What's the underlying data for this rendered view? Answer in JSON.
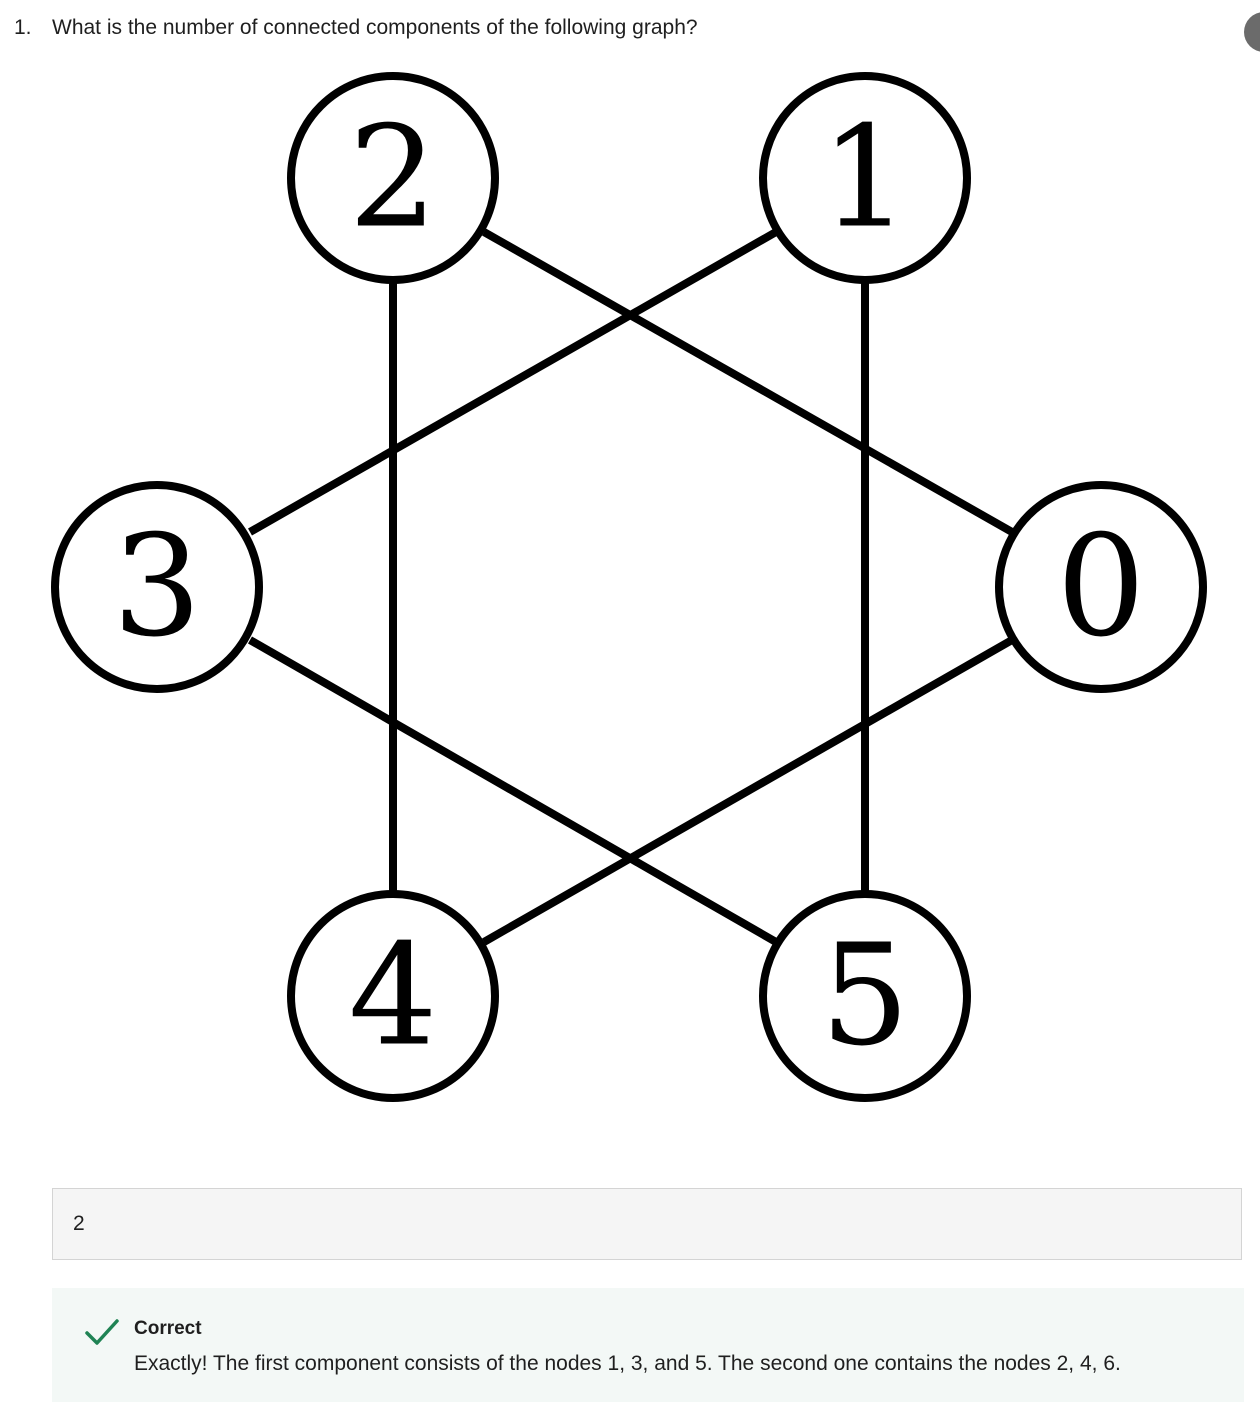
{
  "question": {
    "number": "1.",
    "text": "What is the number of connected components of the following graph?"
  },
  "graph": {
    "nodes": [
      {
        "id": "n2",
        "label": "2"
      },
      {
        "id": "n1",
        "label": "1"
      },
      {
        "id": "n3",
        "label": "3"
      },
      {
        "id": "n0",
        "label": "0"
      },
      {
        "id": "n4",
        "label": "4"
      },
      {
        "id": "n5",
        "label": "5"
      }
    ],
    "edges": [
      [
        "2",
        "0"
      ],
      [
        "2",
        "4"
      ],
      [
        "1",
        "3"
      ],
      [
        "1",
        "5"
      ],
      [
        "3",
        "5"
      ],
      [
        "0",
        "4"
      ]
    ]
  },
  "answer": {
    "value": "2"
  },
  "feedback": {
    "status": "Correct",
    "message": "Exactly! The first component consists of the nodes 1, 3, and 5. The second one contains the nodes 2, 4, 6.",
    "accent_color": "#1f8354"
  }
}
